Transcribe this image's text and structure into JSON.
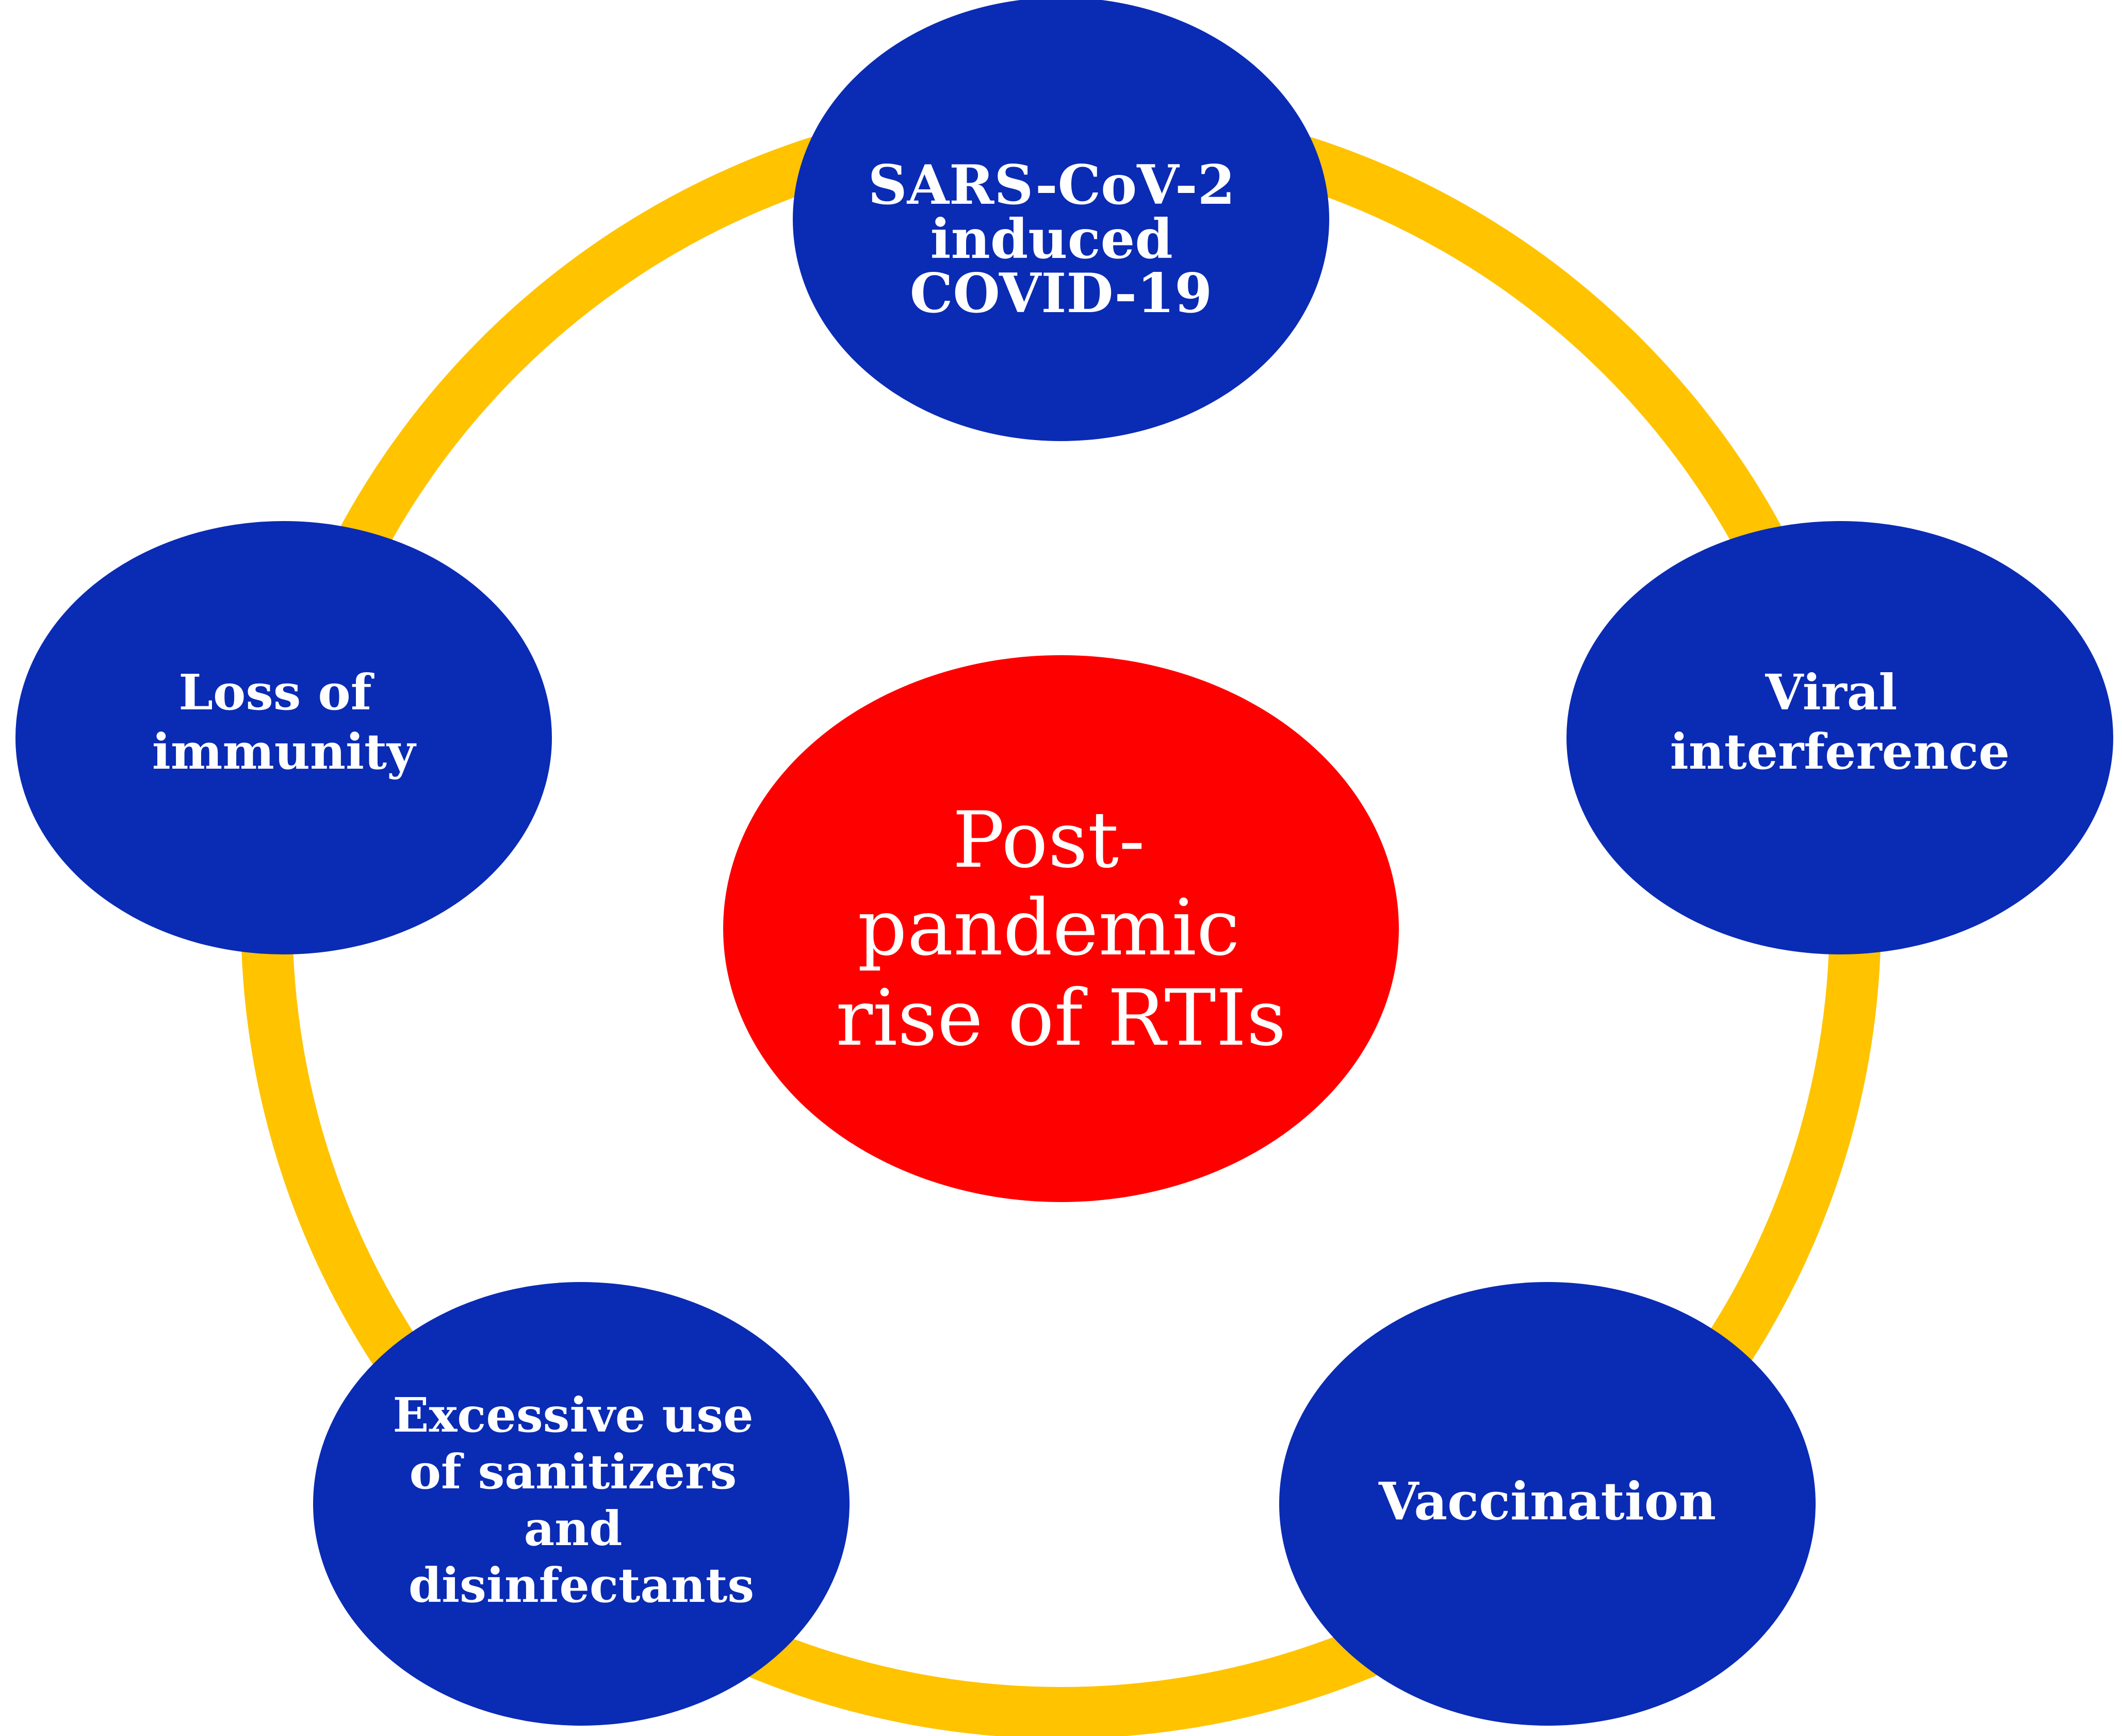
{
  "colors": {
    "ring": "#FFC300",
    "outer_node": "#0A2BB4",
    "center_node": "#FF0000",
    "text": "#FFFFFF",
    "background": "#FFFFFF"
  },
  "center": {
    "lines": [
      "Post-",
      "pandemic",
      "rise of RTIs"
    ]
  },
  "nodes": [
    {
      "id": "sars-cov-2",
      "lines": [
        "SARS-CoV-2",
        "induced",
        "COVID-19"
      ]
    },
    {
      "id": "viral-interference",
      "lines": [
        "Viral",
        "interference"
      ]
    },
    {
      "id": "vaccination",
      "lines": [
        "Vaccination"
      ]
    },
    {
      "id": "sanitizers",
      "lines": [
        "Excessive use",
        "of sanitizers",
        "and",
        "disinfectants"
      ]
    },
    {
      "id": "loss-of-immunity",
      "lines": [
        "Loss of",
        "immunity"
      ]
    }
  ]
}
